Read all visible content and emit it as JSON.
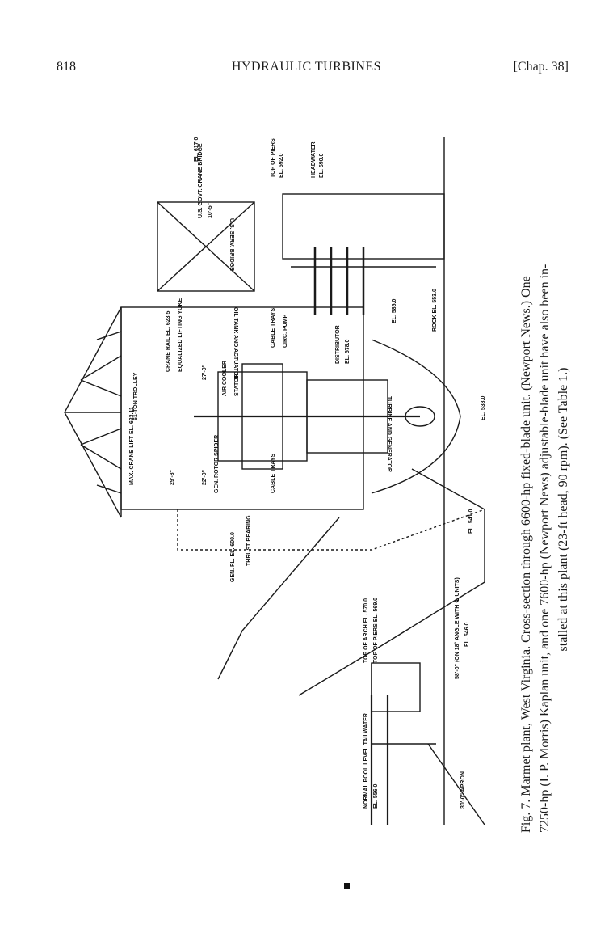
{
  "header": {
    "page_number": "818",
    "running_title": "HYDRAULIC TURBINES",
    "chapter": "[Chap. 38]"
  },
  "figure": {
    "labels": {
      "el_617": "EL. 617.0",
      "top_of_piers": "TOP OF PIERS",
      "el_592": "EL. 592.0",
      "headwater": "HEADWATER",
      "el_590": "EL. 590.0",
      "us_govt_crane_bridge": "U.S. GOVT. CRANE BRIDGE",
      "dim_10_5": "10'-5\"",
      "us_serv_bridge": "U.S. SERV. BRIDGE",
      "oil_tank_actuator": "OIL TANK AND ACTUATOR",
      "rock_el_553": "ROCK EL. 553.0",
      "cable_trays": "CABLE TRAYS",
      "circ_pump": "CIRC. PUMP",
      "el_585": "EL. 585.0",
      "distributor": "DISTRIBUTOR",
      "el_578": "EL. 578.0",
      "crane_rail": "CRANE RAIL EL. 623.5",
      "equalized_yoke": "EQUALIZED LIFTING YOKE",
      "air_cooler": "AIR COOLER",
      "stator": "STATOR",
      "dim_27": "27'-0\"",
      "trolley_61": "61-TON TROLLEY",
      "turbine_generator": "TURBINE AND GENERATOR",
      "el_538": "EL. 538.0",
      "max_crane_lift": "MAX. CRANE LIFT EL. 623.11",
      "dim_29_8": "29'-8\"",
      "dim_22": "22'-0\"",
      "gen_rotor_spider": "GEN. ROTOR SPIDER",
      "cable_trays_2": "CABLE TRAYS",
      "el_541": "EL. 541.0",
      "gen_fl": "GEN. FL. EL. 600.0",
      "thrust_bearing": "THRUST BEARING",
      "top_arch": "TOP OF ARCH EL. 570.0",
      "top_piers_569": "TOP OF PIERS EL. 569.0",
      "dim_58": "58'-0\" (ON 18° ANGLE WITH ℄ UNITS)",
      "el_546": "EL. 546.0",
      "normal_pool": "NORMAL POOL LEVEL TAILWATER",
      "el_556": "EL. 556.0",
      "apron": "30'-0\" APRON"
    }
  },
  "caption": {
    "line1": "Fig. 7. Marmet plant, West Virginia. Cross-section through 6600-hp fixed-blade unit. (Newport News.) One",
    "line2": "7250-hp (I. P. Morris) Kaplan unit, and one 7600-hp (Newport News) adjustable-blade unit have also been in-",
    "line3": "stalled at this plant (23-ft head, 90 rpm). (See Table 1.)"
  },
  "colors": {
    "ink": "#1a1a1a",
    "paper": "#ffffff"
  }
}
